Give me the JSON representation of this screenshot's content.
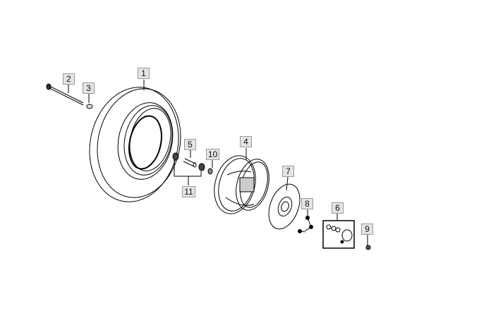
{
  "diagram": {
    "type": "exploded parts diagram",
    "callouts": [
      {
        "id": "1",
        "part": "tire"
      },
      {
        "id": "2",
        "part": "axle-bolt"
      },
      {
        "id": "3",
        "part": "nut"
      },
      {
        "id": "4",
        "part": "wheel-rim"
      },
      {
        "id": "5",
        "part": "spacer-sleeve"
      },
      {
        "id": "6",
        "part": "hub-kit"
      },
      {
        "id": "7",
        "part": "brake-disc"
      },
      {
        "id": "8",
        "part": "disc-bolts"
      },
      {
        "id": "9",
        "part": "nut"
      },
      {
        "id": "10",
        "part": "washer"
      },
      {
        "id": "11",
        "part": "bearings"
      }
    ],
    "line_color": "#000000",
    "label_bg": "#e4e4e4"
  }
}
